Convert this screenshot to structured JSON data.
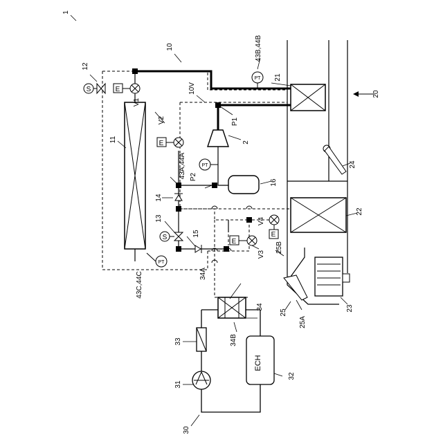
{
  "labels": {
    "fig": "1",
    "sys10": "10",
    "sys10v": "10V",
    "sys20": "20",
    "sys30": "30",
    "n2": "2",
    "n11": "11",
    "n12": "12",
    "n13": "13",
    "n14": "14",
    "n15": "15",
    "n16": "16",
    "n21": "21",
    "n22": "22",
    "n23": "23",
    "n24": "24",
    "n25": "25",
    "n25a": "25A",
    "n25b": "25B",
    "n31": "31",
    "n32": "32",
    "n33": "33",
    "n34": "34",
    "n34a": "34A",
    "n34b": "34B",
    "v1": "V1",
    "v2": "V2",
    "v3": "V3",
    "v4": "V4",
    "p1": "P1",
    "p2": "P2",
    "pt_a": "43A,44A",
    "pt_b": "43B,44B",
    "pt_c": "43C,44C",
    "ech": "ECH"
  },
  "symbols": {
    "solenoid": "S",
    "electric": "E",
    "pressure": "PT"
  }
}
